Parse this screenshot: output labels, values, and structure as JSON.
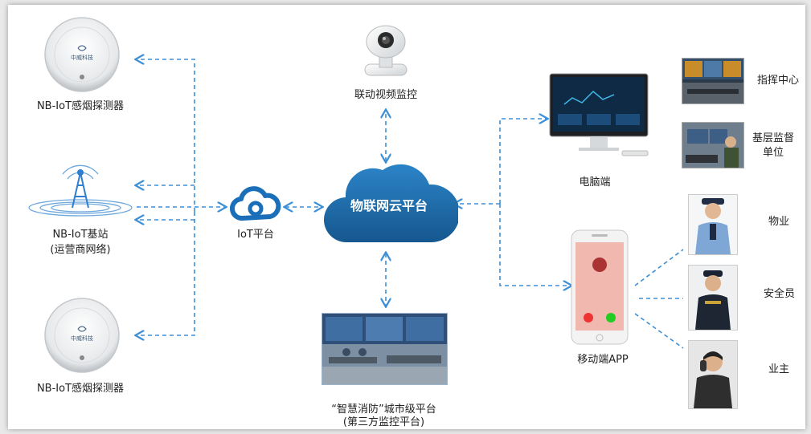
{
  "diagram": {
    "smoke_detector_top": {
      "label": "NB-IoT感烟探测器",
      "device_brand": "中威科技"
    },
    "smoke_detector_bottom": {
      "label": "NB-IoT感烟探测器",
      "device_brand": "中威科技"
    },
    "base_station": {
      "label_line1": "NB-IoT基站",
      "label_line2": "(运营商网络)"
    },
    "iot_platform": {
      "label": "IoT平台"
    },
    "cloud_platform": {
      "label": "物联网云平台"
    },
    "video_monitor": {
      "label": "联动视频监控"
    },
    "city_platform": {
      "label_line1": "“智慧消防”城市级平台",
      "label_line2": "(第三方监控平台)"
    },
    "pc_client": {
      "label": "电脑端"
    },
    "mobile_app": {
      "label": "移动端APP"
    },
    "command_center": {
      "label": "指挥中心"
    },
    "grassroots_unit": {
      "label_line1": "基层监督",
      "label_line2": "单位"
    },
    "property": {
      "label": "物业"
    },
    "security_guard": {
      "label": "安全员"
    },
    "owner": {
      "label": "业主"
    }
  },
  "colors": {
    "arrow": "#3d8fd6",
    "cloud": "#1f6fae",
    "iot_icon": "#1b6fb8"
  }
}
